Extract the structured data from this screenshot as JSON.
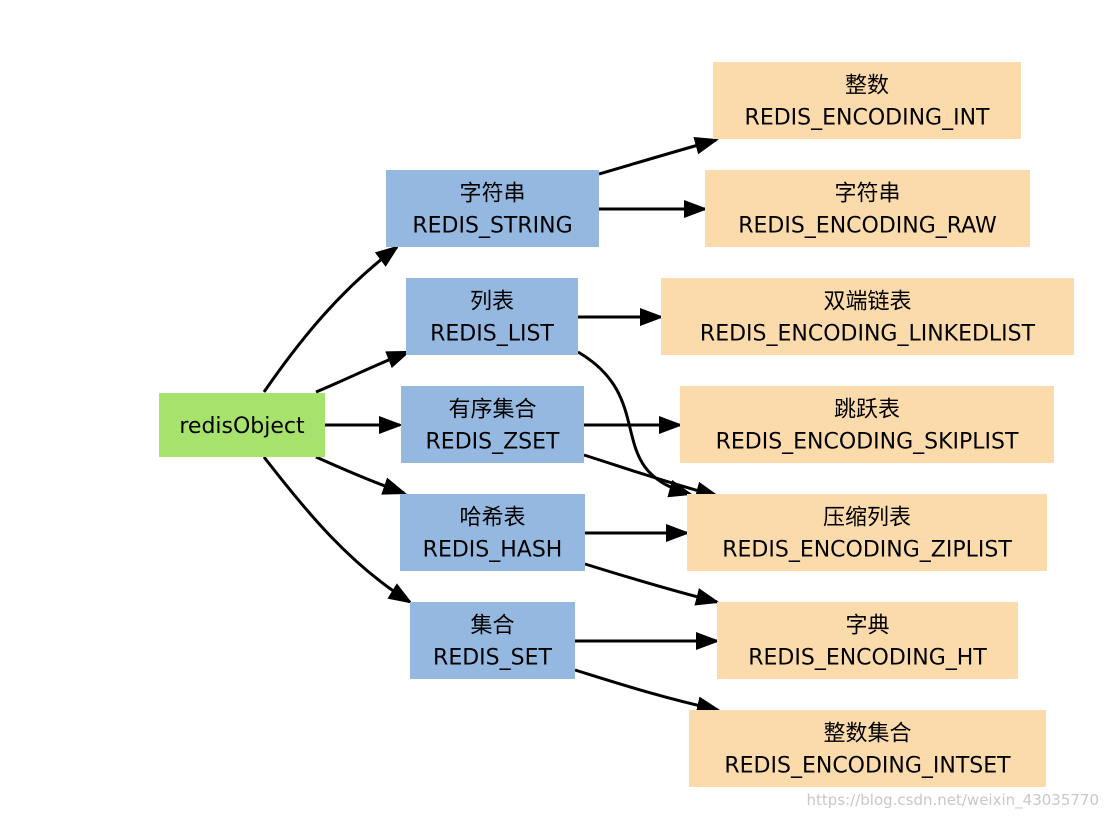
{
  "colors": {
    "root": "#a6e26c",
    "type": "#94b8e0",
    "encoding": "#fbdbab"
  },
  "nodes": {
    "root": {
      "lines": [
        "redisObject"
      ]
    },
    "t_string": {
      "lines": [
        "字符串",
        "REDIS_STRING"
      ]
    },
    "t_list": {
      "lines": [
        "列表",
        "REDIS_LIST"
      ]
    },
    "t_zset": {
      "lines": [
        "有序集合",
        "REDIS_ZSET"
      ]
    },
    "t_hash": {
      "lines": [
        "哈希表",
        "REDIS_HASH"
      ]
    },
    "t_set": {
      "lines": [
        "集合",
        "REDIS_SET"
      ]
    },
    "e_int": {
      "lines": [
        "整数",
        "REDIS_ENCODING_INT"
      ]
    },
    "e_raw": {
      "lines": [
        "字符串",
        "REDIS_ENCODING_RAW"
      ]
    },
    "e_linkedlist": {
      "lines": [
        "双端链表",
        "REDIS_ENCODING_LINKEDLIST"
      ]
    },
    "e_skiplist": {
      "lines": [
        "跳跃表",
        "REDIS_ENCODING_SKIPLIST"
      ]
    },
    "e_ziplist": {
      "lines": [
        "压缩列表",
        "REDIS_ENCODING_ZIPLIST"
      ]
    },
    "e_ht": {
      "lines": [
        "字典",
        "REDIS_ENCODING_HT"
      ]
    },
    "e_intset": {
      "lines": [
        "整数集合",
        "REDIS_ENCODING_INTSET"
      ]
    }
  },
  "edges": [
    {
      "from": "root",
      "to": "t_string"
    },
    {
      "from": "root",
      "to": "t_list"
    },
    {
      "from": "root",
      "to": "t_zset"
    },
    {
      "from": "root",
      "to": "t_hash"
    },
    {
      "from": "root",
      "to": "t_set"
    },
    {
      "from": "t_string",
      "to": "e_int"
    },
    {
      "from": "t_string",
      "to": "e_raw"
    },
    {
      "from": "t_list",
      "to": "e_linkedlist"
    },
    {
      "from": "t_list",
      "to": "e_ziplist"
    },
    {
      "from": "t_zset",
      "to": "e_skiplist"
    },
    {
      "from": "t_zset",
      "to": "e_ziplist"
    },
    {
      "from": "t_hash",
      "to": "e_ziplist"
    },
    {
      "from": "t_hash",
      "to": "e_ht"
    },
    {
      "from": "t_set",
      "to": "e_ht"
    },
    {
      "from": "t_set",
      "to": "e_intset"
    }
  ],
  "watermark": "https://blog.csdn.net/weixin_43035770"
}
